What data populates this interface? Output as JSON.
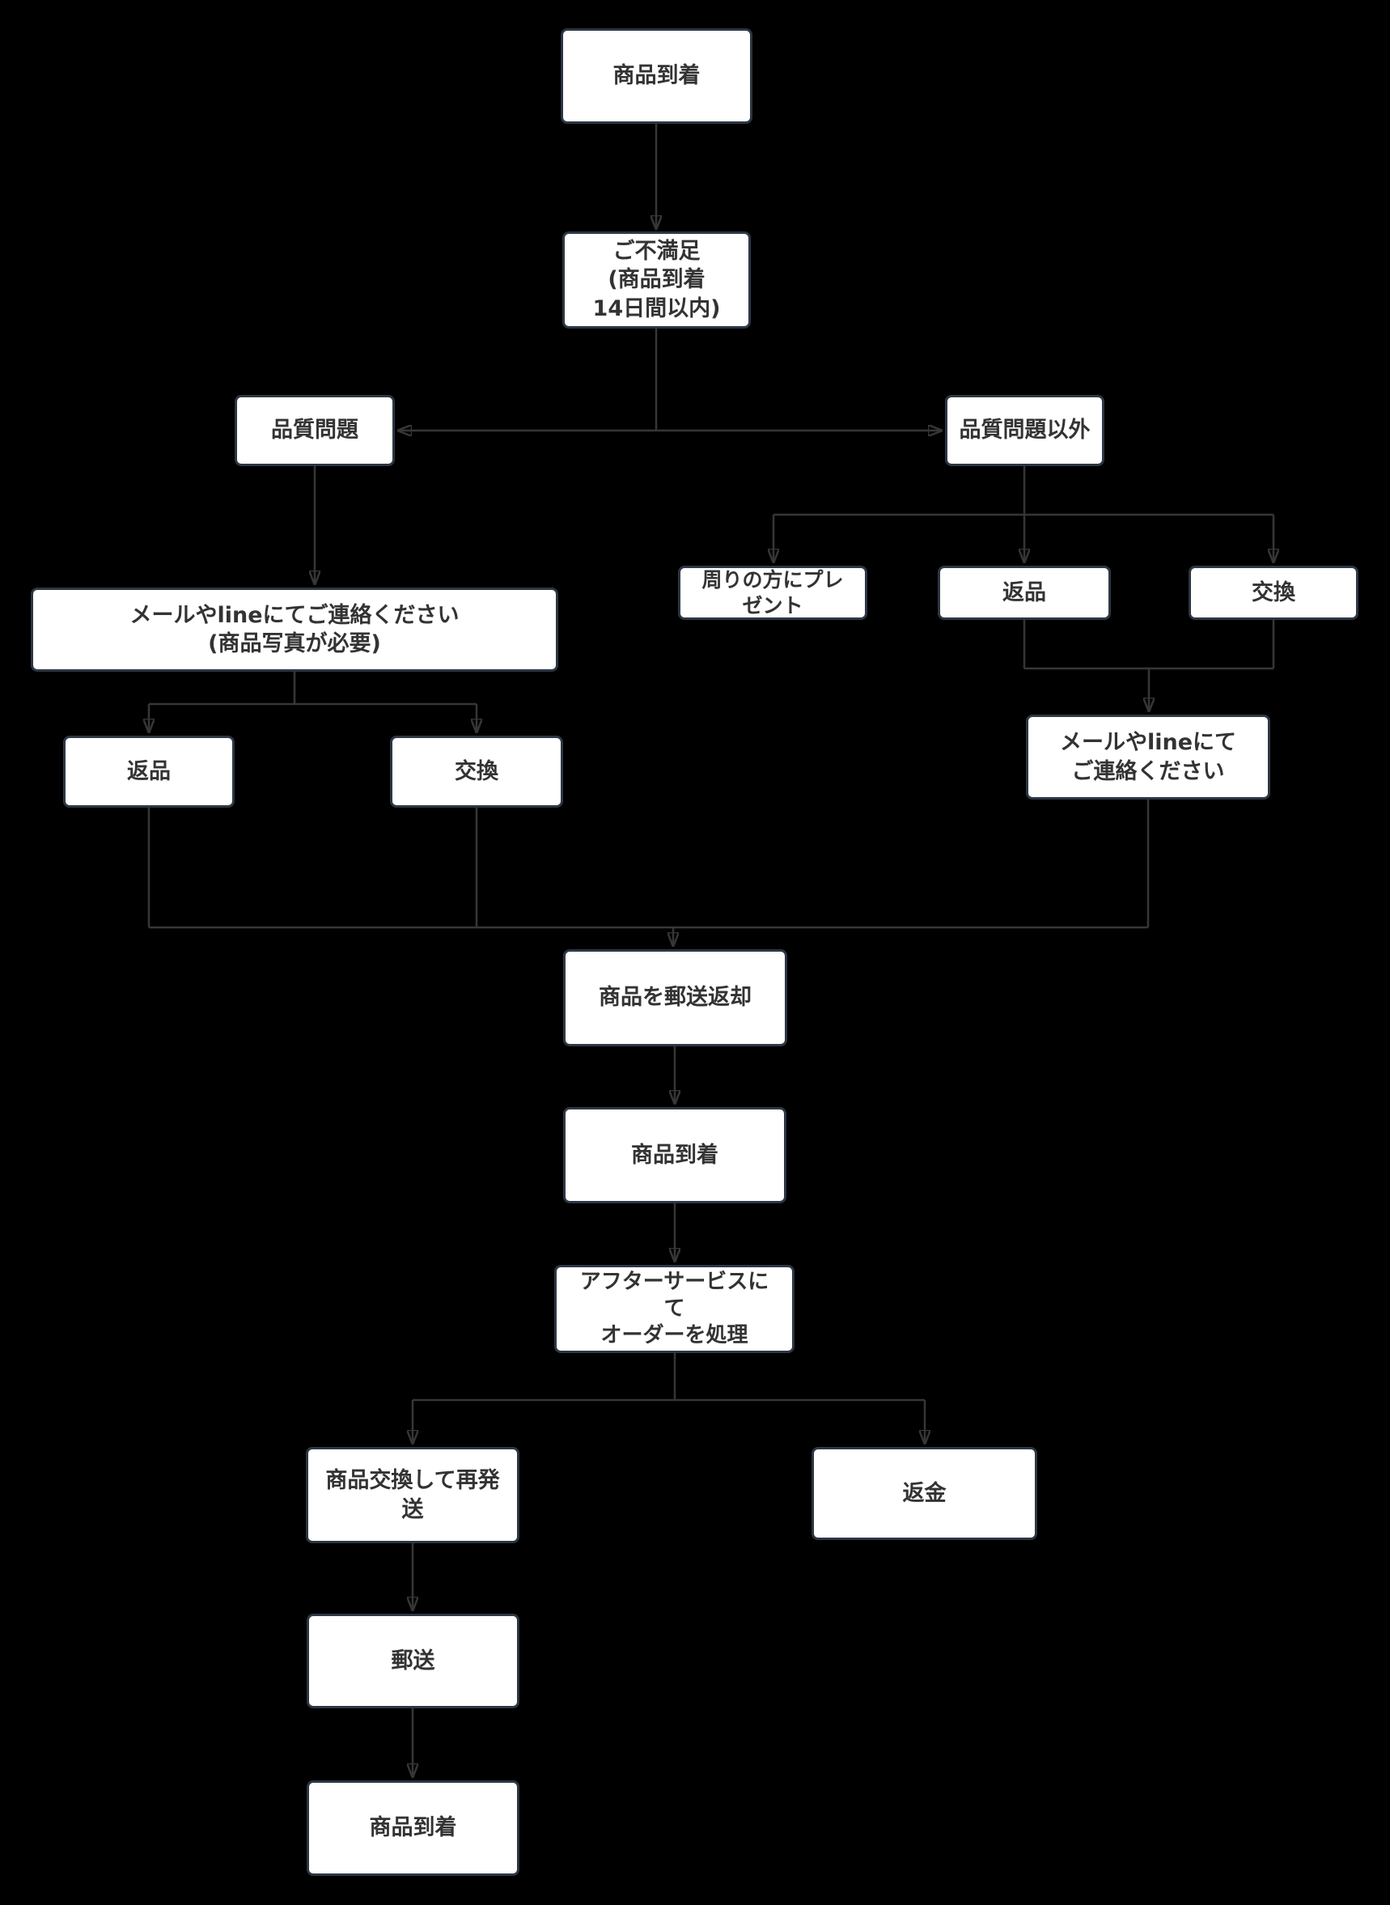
{
  "diagram": {
    "type": "flowchart",
    "background_color": "#000000",
    "node_fill": "#ffffff",
    "node_border_color": "#2c3743",
    "edge_color": "#363636",
    "text_color": "#333333",
    "nodes": [
      {
        "id": "arrive-1",
        "label": "商品到着"
      },
      {
        "id": "dissatisfaction",
        "label": "ご不満足\n(商品到着\n14日間以内)"
      },
      {
        "id": "quality-issue",
        "label": "品質問題"
      },
      {
        "id": "non-quality-issue",
        "label": "品質問題以外"
      },
      {
        "id": "contact-left",
        "label": "メールやlineにてご連絡ください\n(商品写真が必要)"
      },
      {
        "id": "return-left",
        "label": "返品"
      },
      {
        "id": "exchange-left",
        "label": "交換"
      },
      {
        "id": "gift-to-others",
        "label": "周りの方にプレ\nゼント"
      },
      {
        "id": "return-right",
        "label": "返品"
      },
      {
        "id": "exchange-right",
        "label": "交換"
      },
      {
        "id": "contact-right",
        "label": "メールやlineにて\nご連絡ください"
      },
      {
        "id": "mail-return",
        "label": "商品を郵送返却"
      },
      {
        "id": "arrive-2",
        "label": "商品到着"
      },
      {
        "id": "after-service",
        "label": "アフターサービスに\nて\nオーダーを処理"
      },
      {
        "id": "exchange-reship",
        "label": "商品交換して再発\n送"
      },
      {
        "id": "refund",
        "label": "返金"
      },
      {
        "id": "mail",
        "label": "郵送"
      },
      {
        "id": "arrive-3",
        "label": "商品到着"
      }
    ],
    "edges": [
      {
        "from": "arrive-1",
        "to": "dissatisfaction"
      },
      {
        "from": "dissatisfaction",
        "to": "quality-issue"
      },
      {
        "from": "dissatisfaction",
        "to": "non-quality-issue"
      },
      {
        "from": "quality-issue",
        "to": "contact-left"
      },
      {
        "from": "contact-left",
        "to": "return-left"
      },
      {
        "from": "contact-left",
        "to": "exchange-left"
      },
      {
        "from": "non-quality-issue",
        "to": "gift-to-others"
      },
      {
        "from": "non-quality-issue",
        "to": "return-right"
      },
      {
        "from": "non-quality-issue",
        "to": "exchange-right"
      },
      {
        "from": "return-right",
        "to": "contact-right"
      },
      {
        "from": "exchange-right",
        "to": "contact-right"
      },
      {
        "from": "return-left",
        "to": "mail-return"
      },
      {
        "from": "exchange-left",
        "to": "mail-return"
      },
      {
        "from": "contact-right",
        "to": "mail-return"
      },
      {
        "from": "mail-return",
        "to": "arrive-2"
      },
      {
        "from": "arrive-2",
        "to": "after-service"
      },
      {
        "from": "after-service",
        "to": "exchange-reship"
      },
      {
        "from": "after-service",
        "to": "refund"
      },
      {
        "from": "exchange-reship",
        "to": "mail"
      },
      {
        "from": "mail",
        "to": "arrive-3"
      }
    ]
  }
}
